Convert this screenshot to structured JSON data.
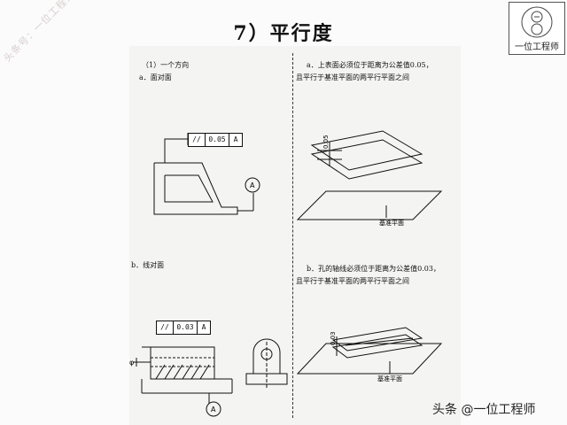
{
  "title": "7）平行度",
  "watermark": "头条号：一位工程师",
  "logo": {
    "text": "一位工程师",
    "icon": "gear-person-icon"
  },
  "left_column": {
    "section1": "（1）一个方向",
    "case_a": "a．面对面",
    "case_b": "b．线对面",
    "fcf_a": {
      "symbol": "//",
      "tolerance": "0.05",
      "datum": "A"
    },
    "fcf_b": {
      "symbol": "//",
      "tolerance": "0.03",
      "datum": "A"
    },
    "datum_label": "A",
    "dim_label": "φ"
  },
  "right_column": {
    "text_a1": "a．上表面必须位于距离为公差值0.05，",
    "text_a2": "且平行于基准平面的两平行平面之间",
    "text_b1": "b．孔的轴线必须位于距离为公差值0.03，",
    "text_b2": "且平行于基准平面的两平行平面之间",
    "tol_a": "0.05",
    "tol_b": "0.03",
    "plane_label": "基准平面"
  },
  "bottom_brand": "头条 @一位工程师"
}
